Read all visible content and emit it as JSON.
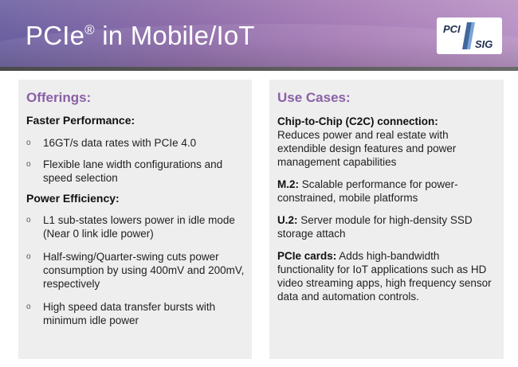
{
  "header": {
    "title": "PCIe",
    "title_reg": "®",
    "title_rest": " in Mobile/IoT",
    "logo_top": "PCI",
    "logo_bottom": "SIG"
  },
  "offerings": {
    "heading": "Offerings:",
    "bullet_glyph": "o",
    "faster": {
      "label": "Faster Performance:",
      "items": [
        "16GT/s data rates with PCIe 4.0",
        "Flexible lane width configurations and speed selection"
      ]
    },
    "power": {
      "label": "Power Efficiency:",
      "items": [
        "L1 sub-states lowers power in idle mode (Near 0 link idle power)",
        "Half-swing/Quarter-swing cuts power consumption by using 400mV and 200mV, respectively",
        "High speed data transfer bursts with minimum idle power"
      ]
    }
  },
  "use_cases": {
    "heading": "Use Cases:",
    "items": [
      {
        "term": "Chip-to-Chip (C2C) connection:",
        "desc": "Reduces power and real estate with extendible design features and power management capabilities"
      },
      {
        "term": "M.2:",
        "desc": " Scalable performance for power-constrained, mobile platforms"
      },
      {
        "term": "U.2:",
        "desc": " Server module for high-density SSD storage attach"
      },
      {
        "term": "PCIe cards:",
        "desc": " Adds high-bandwidth functionality for IoT applications such as HD video streaming apps, high frequency sensor data and automation controls."
      }
    ]
  },
  "colors": {
    "accent": "#8a5fa7",
    "banner_left": "#6a5fa0",
    "banner_right": "#b891c4",
    "panel": "#eeeeee",
    "logo_blue": "#1f4e8c"
  }
}
